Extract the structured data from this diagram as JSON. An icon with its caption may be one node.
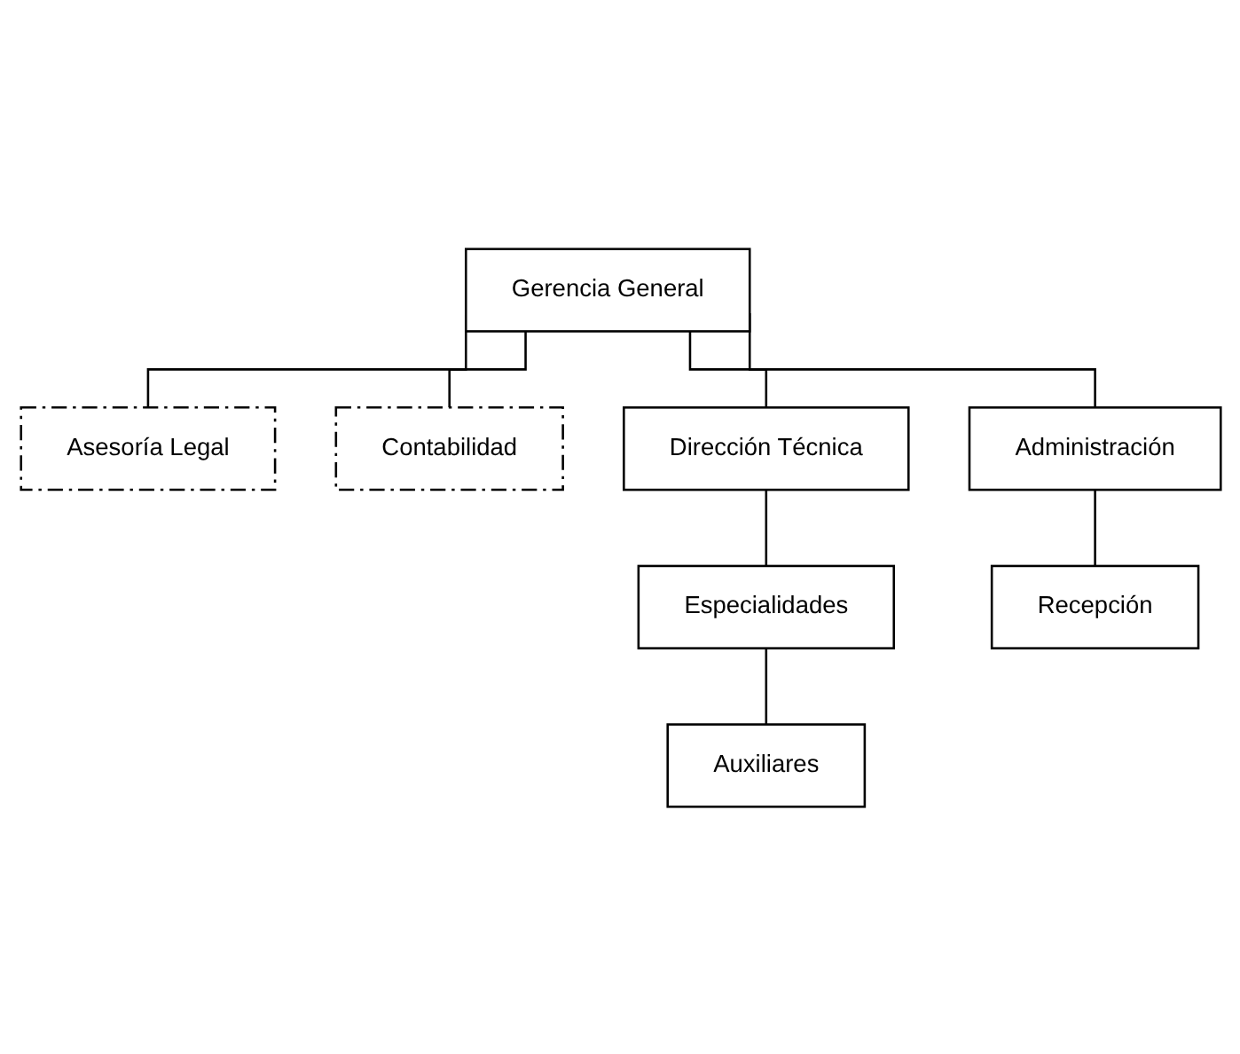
{
  "diagram": {
    "nodes": [
      {
        "text": [
          "Gerencia General"
        ]
      },
      {
        "text": [
          "Asesoría Legal"
        ]
      },
      {
        "text": [
          "Contabilidad"
        ]
      },
      {
        "text": [
          "Dirección Técnica"
        ]
      },
      {
        "text": [
          "Administración"
        ]
      },
      {
        "text": [
          "Especialidades"
        ]
      },
      {
        "text": [
          "Auxiliares"
        ]
      },
      {
        "text": [
          "Recepción"
        ]
      }
    ],
    "edges": [
      {
        "from": 0,
        "to": 1,
        "arrow": "none"
      },
      {
        "from": 0,
        "to": 2,
        "arrow": "none"
      },
      {
        "from": 0,
        "to": 3,
        "arrow": "none"
      },
      {
        "from": 0,
        "to": 4,
        "arrow": "none"
      },
      {
        "from": 3,
        "to": 5,
        "arrow": "none"
      },
      {
        "from": 5,
        "to": 6,
        "arrow": "none"
      },
      {
        "from": 4,
        "to": 7,
        "arrow": "none"
      }
    ]
  }
}
